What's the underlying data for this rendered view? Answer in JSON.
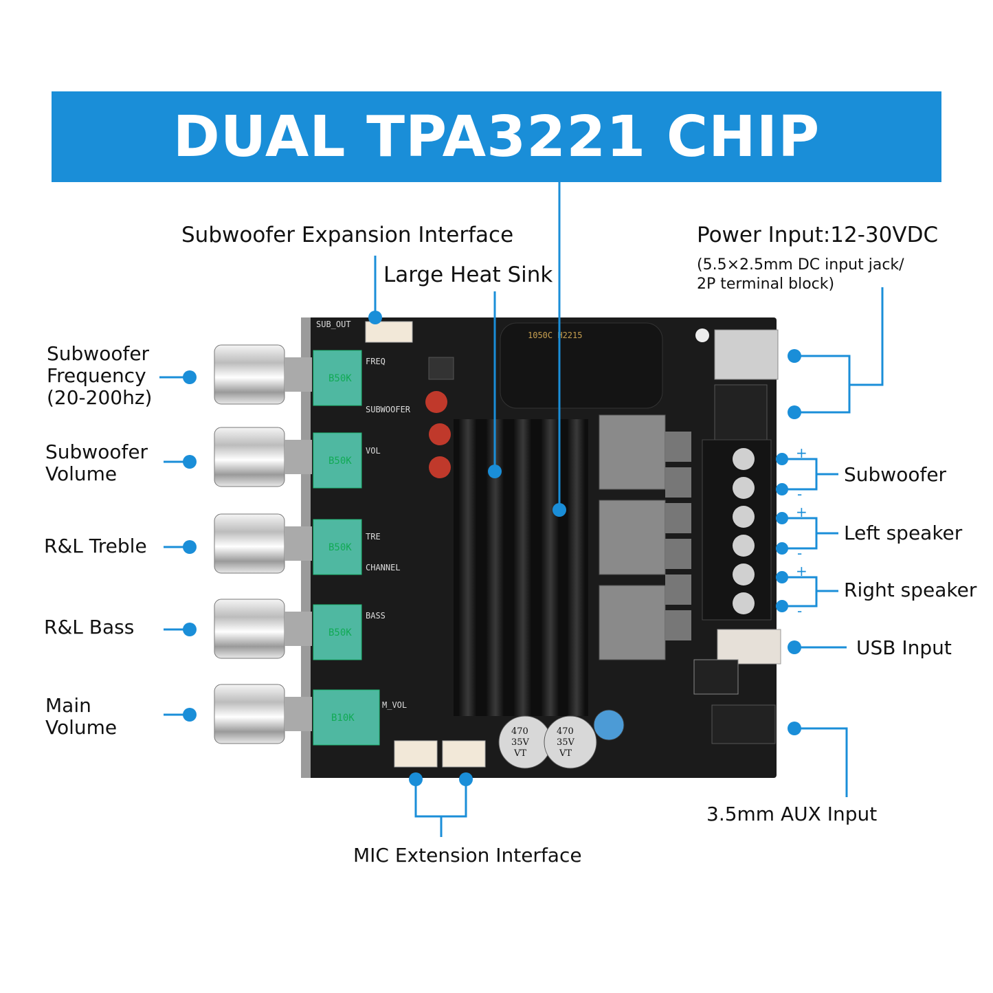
{
  "banner": {
    "title": "DUAL TPA3221 CHIP"
  },
  "labels": {
    "subwoofer_expansion": "Subwoofer Expansion Interface",
    "heat_sink": "Large Heat Sink",
    "power_input": "Power Input:12-30VDC",
    "power_input_detail_1": "(5.5×2.5mm DC input jack/",
    "power_input_detail_2": "2P terminal block)",
    "sub_freq_1": "Subwoofer",
    "sub_freq_2": "Frequency",
    "sub_freq_3": "(20-200hz)",
    "sub_vol_1": "Subwoofer",
    "sub_vol_2": "Volume",
    "treble": "R&L Treble",
    "bass": "R&L Bass",
    "main_vol_1": "Main",
    "main_vol_2": "Volume",
    "subwoofer_out": "Subwoofer",
    "left_speaker": "Left speaker",
    "right_speaker": "Right speaker",
    "usb_input": "USB Input",
    "aux_input": "3.5mm AUX Input",
    "mic_interface": "MIC Extension Interface"
  },
  "pcb": {
    "sub_out": "SUB_OUT",
    "knob_silk": "B50K",
    "knob_silk_main": "B10K",
    "freq": "FREQ",
    "subwoofer": "SUBWOOFER",
    "vol": "VOL",
    "tre": "TRE",
    "channel": "CHANNEL",
    "bass": "BASS",
    "m_vol": "M_VOL",
    "cap_big": "1050C H2215",
    "cap_small_1": "470",
    "cap_small_2": "35V",
    "cap_small_3": "VT",
    "plus": "+",
    "minus": "-"
  },
  "colors": {
    "accent": "#1a8ed8",
    "board": "#1b1b1b",
    "knob": "#d9d9d9",
    "pot": "#4fb8a1"
  }
}
